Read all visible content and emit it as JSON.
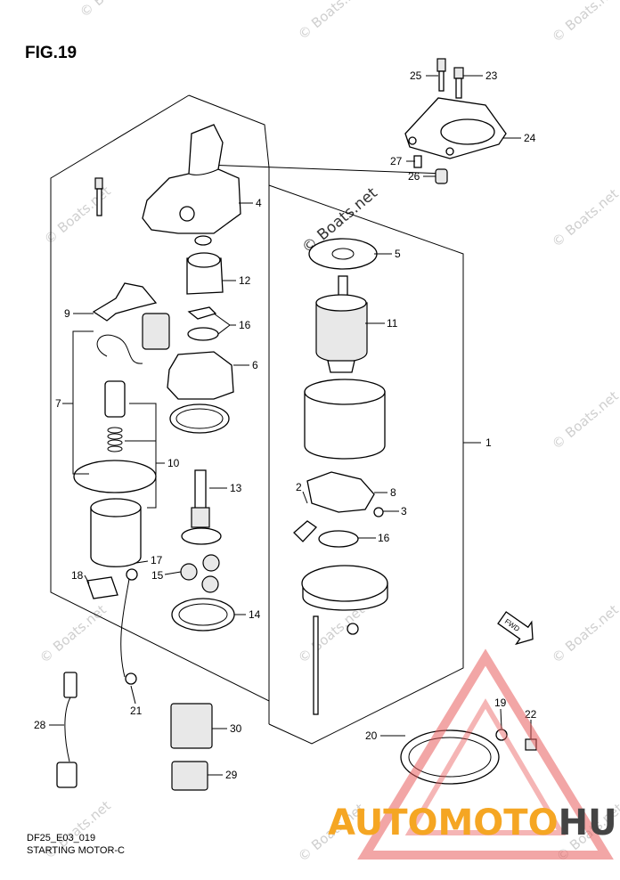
{
  "figure_title": "FIG.19",
  "footer": {
    "code": "DF25_E03_019",
    "caption": "STARTING MOTOR-C"
  },
  "watermark_text": "© Boats.net",
  "fwd_label": "FWD",
  "brand": {
    "auto": "AUTO",
    "moto": "MOTO",
    "hub": "HUB",
    "auto_color": "#f5a623",
    "hub_color": "#444444",
    "triangle_color": "#e85c5c"
  },
  "callouts": {
    "c1": "1",
    "c2": "2",
    "c3": "3",
    "c4": "4",
    "c5": "5",
    "c6": "6",
    "c7": "7",
    "c8": "8",
    "c9": "9",
    "c10": "10",
    "c11": "11",
    "c12": "12",
    "c13": "13",
    "c14": "14",
    "c15": "15",
    "c16a": "16",
    "c16b": "16",
    "c17": "17",
    "c18": "18",
    "c19": "19",
    "c20": "20",
    "c21": "21",
    "c22": "22",
    "c23": "23",
    "c24": "24",
    "c25": "25",
    "c26": "26",
    "c27": "27",
    "c28": "28",
    "c29": "29",
    "c30": "30"
  }
}
